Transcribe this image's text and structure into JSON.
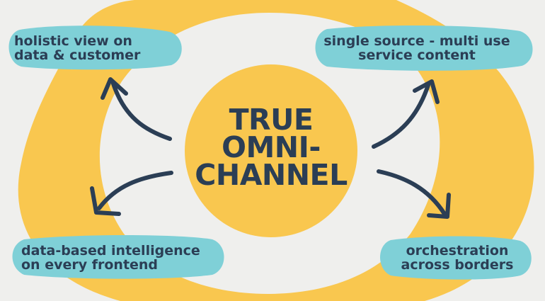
{
  "title_lines": [
    "TRUE",
    "OMNI-",
    "CHANNEL"
  ],
  "labels": {
    "top_left": [
      "holistic view on",
      "data & customer"
    ],
    "top_right": [
      "single source - multi use",
      "service content"
    ],
    "bottom_left": [
      "data-based intelligence",
      "on every frontend"
    ],
    "bottom_right": [
      "orchestration",
      "across borders"
    ]
  },
  "colors": {
    "background": "#efefed",
    "yellow": "#f9c74f",
    "teal": "#7fd0d7",
    "navy": "#2b3e55"
  }
}
